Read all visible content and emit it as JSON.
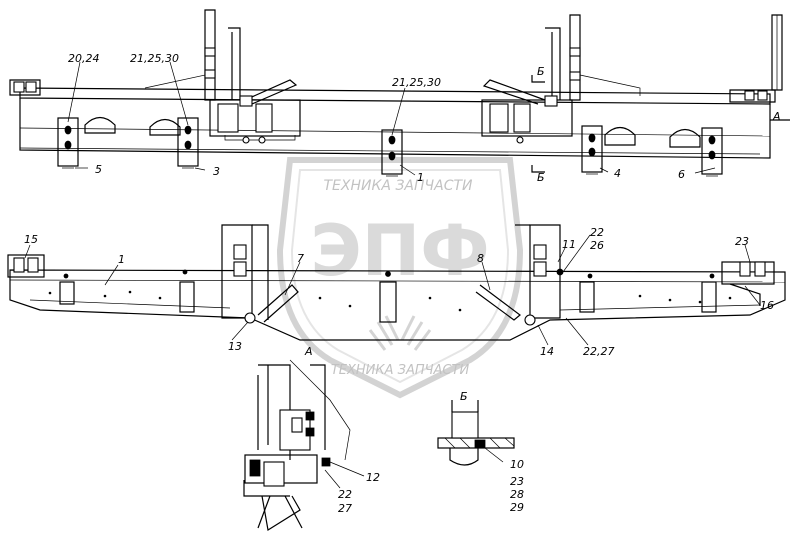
{
  "watermark": {
    "top_text": "ТЕХНИКА ЗАПЧАСТИ",
    "bottom_text": "ТЕХНИКА ЗАПЧАСТИ",
    "logo_letters": "ЭПФ"
  },
  "views": {
    "top": {
      "section_mark_a": "А",
      "section_mark_b1": "Б",
      "section_mark_b2": "Б"
    },
    "detail_a": {
      "title": "А"
    },
    "detail_b": {
      "title": "Б"
    }
  },
  "callouts": {
    "c_20_24": "20,24",
    "c_21_25_30_left": "21,25,30",
    "c_21_25_30_mid": "21,25,30",
    "c_1_top": "1",
    "c_3": "3",
    "c_4": "4",
    "c_5": "5",
    "c_6": "6",
    "c_15": "15",
    "c_1_mid": "1",
    "c_7": "7",
    "c_8": "8",
    "c_11": "11",
    "c_22_26": "22 26",
    "c_22": "22",
    "c_26": "26",
    "c_23_mid": "23",
    "c_16": "16",
    "c_13": "13",
    "c_14": "14",
    "c_22_27_mid": "22,27",
    "c_12": "12",
    "c_22_det": "22",
    "c_27_det": "27",
    "c_10": "10",
    "c_23_det": "23",
    "c_28": "28",
    "c_29": "29"
  }
}
